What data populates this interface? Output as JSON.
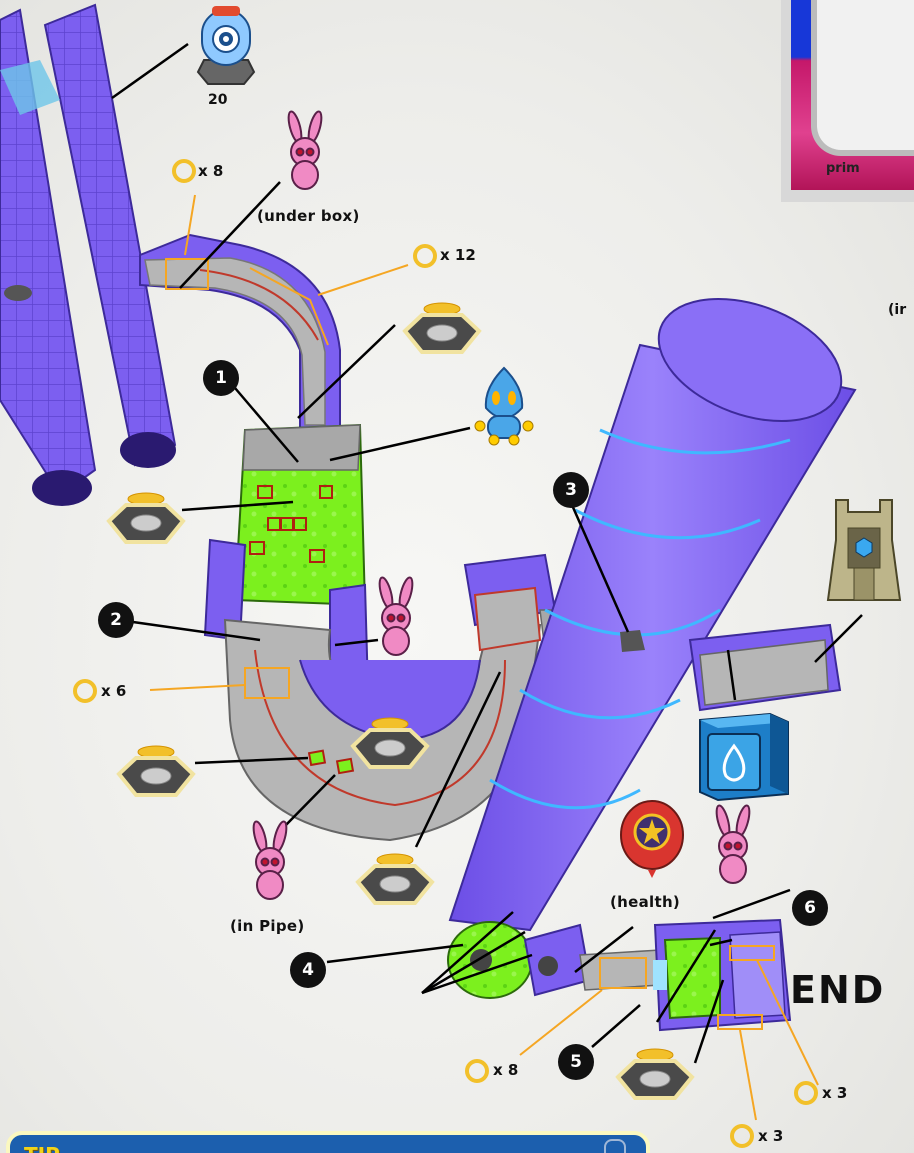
{
  "map": {
    "rocket_count": "20",
    "rings": {
      "top_left": "x 8",
      "top_right": "x 12",
      "left": "x 6",
      "bottom": "x 8",
      "end_right": "x 3",
      "end_bottom": "x 3"
    },
    "notes": {
      "under_box": "(under box)",
      "in_pipe": "(in Pipe)",
      "health": "(health)",
      "end": "END",
      "cut_off_right": "(ir"
    },
    "markers": [
      "1",
      "2",
      "3",
      "4",
      "5",
      "6"
    ],
    "inset_caption": "prim"
  },
  "tip": {
    "badge": "TIP"
  },
  "colors": {
    "pipe_purple": "#8366f2",
    "floor_green": "#7cf01e",
    "path_gray": "#b6b6b6",
    "ring_gold": "#f2c02a",
    "callout_orange": "#f5a623",
    "tip_blue": "#1c5fae"
  }
}
